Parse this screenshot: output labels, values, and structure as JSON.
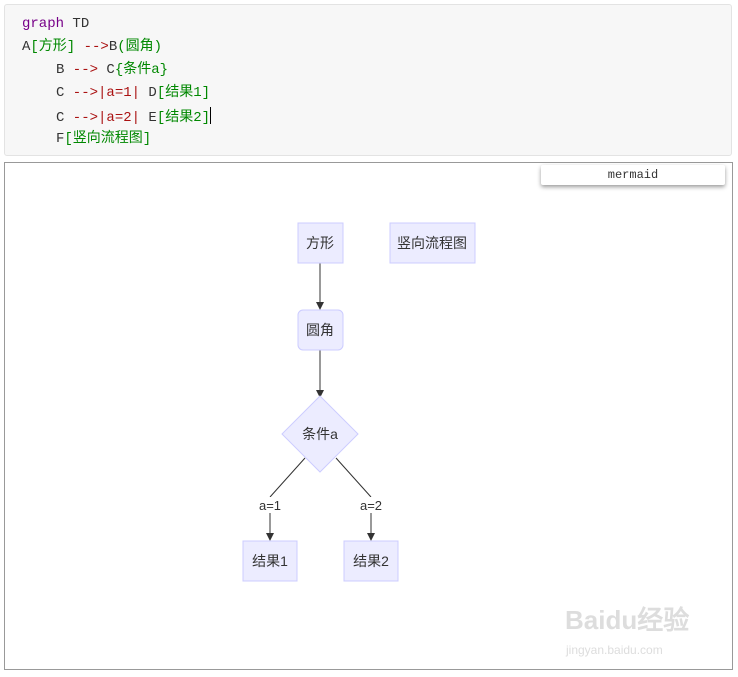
{
  "code": {
    "l1": [
      "graph",
      " TD"
    ],
    "l2": [
      "A",
      "[方形]",
      " -->",
      "B",
      "(圆角)"
    ],
    "l3": [
      "B",
      " -->",
      " C",
      "{条件a}"
    ],
    "l4": [
      "C",
      " -->|a=1|",
      " D",
      "[结果1]"
    ],
    "l5": [
      "C",
      " -->|a=2|",
      " E",
      "[结果2]"
    ],
    "l6": [
      "F",
      "[竖向流程图]"
    ]
  },
  "preview": {
    "mode_label": "mermaid"
  },
  "diagram": {
    "nodes": {
      "A": "方形",
      "B": "圆角",
      "C": "条件a",
      "D": "结果1",
      "E": "结果2",
      "F": "竖向流程图"
    },
    "edges": {
      "cd": "a=1",
      "ce": "a=2"
    },
    "node_fill": "#ececff",
    "node_stroke": "#ccccff"
  },
  "watermark": {
    "logo": "Baidu经验",
    "url": "jingyan.baidu.com"
  }
}
